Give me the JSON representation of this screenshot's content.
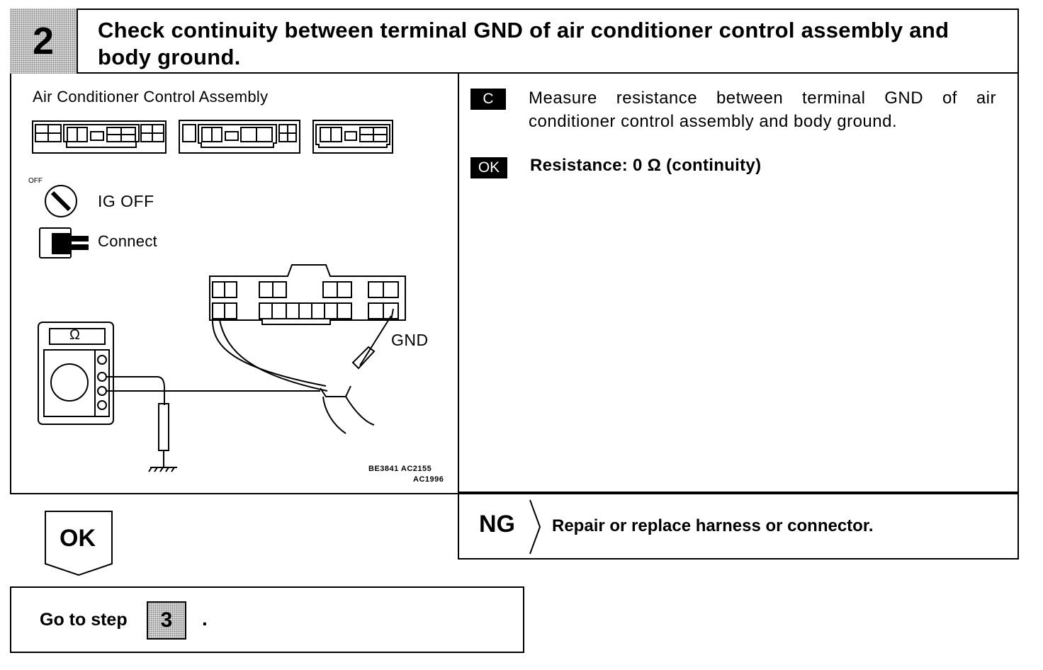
{
  "step": {
    "number": "2",
    "title": "Check continuity between terminal GND of air conditioner control assembly and body ground."
  },
  "figure": {
    "title": "Air Conditioner Control Assembly",
    "off_mark": "OFF",
    "ig_off": "IG OFF",
    "connect": "Connect",
    "ohm_symbol": "Ω",
    "gnd": "GND",
    "code_line1": "BE3841 AC2155",
    "code_line2": "AC1996"
  },
  "instruction": {
    "badge_c": "C",
    "measure": "Measure resistance between terminal GND of air conditioner control assembly and body ground.",
    "badge_ok": "OK",
    "resistance": "Resistance:  0 Ω  (continuity)"
  },
  "ng": {
    "label": "NG",
    "text": "Repair or replace harness or connector."
  },
  "ok": {
    "label": "OK"
  },
  "goto": {
    "text": "Go to step",
    "step": "3",
    "dot": "."
  },
  "icons": {
    "ignition": "ignition-key-icon",
    "connector": "connector-icon",
    "ohmmeter": "ohmmeter-icon",
    "ground": "ground-symbol-icon"
  }
}
